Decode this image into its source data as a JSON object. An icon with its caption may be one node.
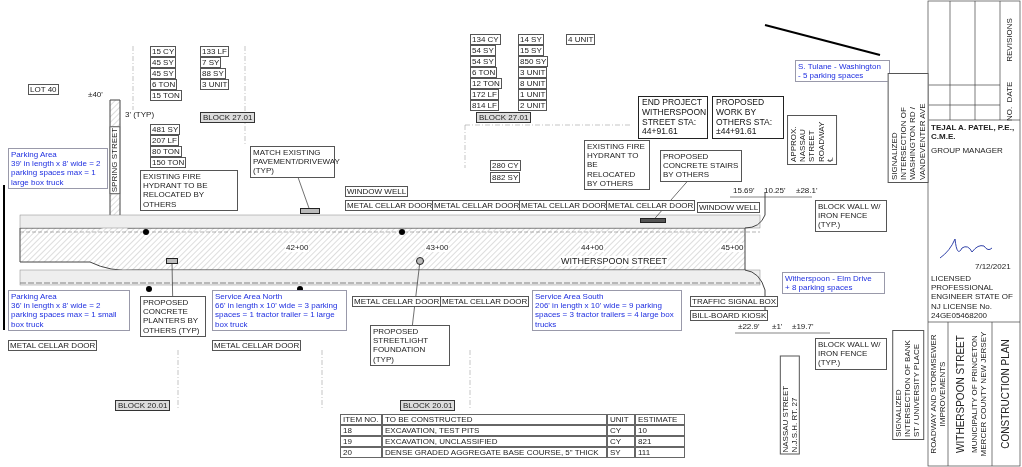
{
  "diagram": {
    "nodes": [
      {
        "text": [
          "Parking Area",
          "39' in length x 8' wide = 2 parking spaces max = 1 large box truck"
        ]
      },
      {
        "text": [
          "Parking Area",
          "36' in length x 8' wide = 2 parking spaces max = 1 small box truck"
        ]
      },
      {
        "text": [
          "Service Area North",
          "66' in length x 10' wide = 3 parking spaces = 1 tractor trailer = 1 large box truck"
        ]
      },
      {
        "text": [
          "Service Area South",
          "206' in length x 10' wide = 9 parking spaces = 3 tractor trailers = 4 large box trucks"
        ]
      },
      {
        "text": [
          "S. Tulane - Washington",
          "- 5 parking spaces"
        ]
      },
      {
        "text": [
          "Witherspoon - Elm Drive",
          "+ 8 parking spaces"
        ]
      },
      {
        "text": [
          "EXISTING FIRE HYDRANT TO BE RELOCATED BY OTHERS"
        ]
      },
      {
        "text": [
          "MATCH EXISTING PAVEMENT/DRIVEWAY (TYP)"
        ]
      },
      {
        "text": [
          "END PROJECT WITHERSPOON STREET STA: 44+91.61"
        ]
      },
      {
        "text": [
          "PROPOSED WORK BY OTHERS STA: ±44+91.61"
        ]
      },
      {
        "text": [
          "EXISTING FIRE HYDRANT TO BE RELOCATED BY OTHERS"
        ]
      },
      {
        "text": [
          "PROPOSED CONCRETE PLANTERS BY OTHERS (TYP)"
        ]
      },
      {
        "text": [
          "PROPOSED STREETLIGHT FOUNDATION (TYP)"
        ]
      },
      {
        "text": [
          "SIGNALIZED INTERSECTION OF WASHINGTON RD / VANDEVENTER AVE"
        ]
      },
      {
        "text": [
          "SIGNALIZED INTERSECTION OF BANK ST / UNIVERSITY PLACE"
        ]
      },
      {
        "text": [
          "APPROX. NASSAU STREET ROADWAY ℄"
        ]
      },
      {
        "text": [
          "PROPOSED CONCRETE STAIRS BY OTHERS"
        ]
      },
      {
        "text": [],
        "shape": "box"
      },
      {
        "text": [],
        "shape": "circle"
      },
      {
        "text": [],
        "shape": "bar"
      },
      {
        "text": [],
        "shape": "box"
      },
      {
        "text": [
          "BLOCK WALL W/ IRON FENCE (TYP.)"
        ]
      },
      {
        "text": [
          "BLOCK WALL W/ IRON FENCE (TYP.)"
        ]
      }
    ],
    "edges": [
      {
        "from": 7,
        "to": 20,
        "arrow": "none"
      },
      {
        "from": 11,
        "to": 17,
        "arrow": "none"
      },
      {
        "from": 16,
        "to": 19,
        "arrow": "none"
      },
      {
        "from": 12,
        "to": 18,
        "arrow": "none"
      }
    ],
    "labels": [
      "LOT 40",
      "±40'",
      "3' (TYP)",
      "SPRING STREET",
      "BLOCK 27.01",
      "15 CY",
      "45 SY",
      "45 SY",
      "6 TON",
      "15 TON",
      "133 LF",
      "7 SY",
      "88 SY",
      "3 UNIT",
      "481 SY",
      "207 LF",
      "80 TON",
      "150 TON",
      "134 CY",
      "54 SY",
      "54 SY",
      "6 TON",
      "12 TON",
      "172 LF",
      "814 LF",
      "14 SY",
      "15 SY",
      "850 SY",
      "3 UNIT",
      "8 UNIT",
      "1 UNIT",
      "2 UNIT",
      "4 UNIT",
      "BLOCK 27.01",
      "280 CY",
      "882 SY",
      "WINDOW WELL",
      "METAL CELLAR DOOR",
      "METAL CELLAR DOOR",
      "METAL CELLAR DOOR",
      "METAL CELLAR DOOR",
      "WINDOW WELL",
      "42+00",
      "43+00",
      "44+00",
      "45+00",
      "WITHERSPOON STREET",
      "METAL CELLAR DOOR",
      "METAL CELLAR DOOR",
      "METAL CELLAR DOOR",
      "METAL CELLAR DOOR",
      "BLOCK 20.01",
      "BLOCK 20.01",
      "TRAFFIC SIGNAL BOX",
      "BILL-BOARD KIOSK",
      "15.69'",
      "10.25'",
      "±28.1'",
      "±22.9'",
      "±1'",
      "±19.7'",
      "NASSAU STREET N.J.S.H. RT. 27",
      "ITEM NO.",
      "TO BE CONSTRUCTED",
      "UNIT",
      "ESTIMATE",
      "18",
      "EXCAVATION, TEST PITS",
      "CY",
      "10",
      "19",
      "EXCAVATION, UNCLASSIFIED",
      "CY",
      "821",
      "20",
      "DENSE GRADED AGGREGATE BASE COURSE, 5\" THICK",
      "SY",
      "111",
      "REVISIONS",
      "DATE",
      "NO.",
      "TEJAL A. PATEL, P.E., C.M.E.",
      "GROUP MANAGER",
      "7/12/2021",
      "LICENSED PROFESSIONAL ENGINEER STATE OF NJ LICENSE No. 24GE05468200",
      "ROADWAY AND STORMSEWER IMPROVEMENTS",
      "WITHERSPOON STREET",
      "MUNICIPALITY OF PRINCETON MERCER COUNTY NEW JERSEY",
      "CONSTRUCTION PLAN"
    ]
  }
}
